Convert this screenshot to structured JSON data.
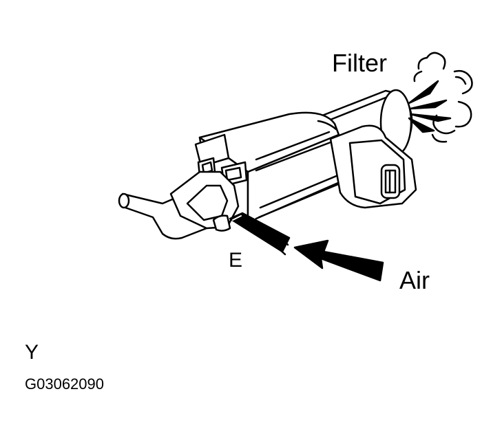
{
  "labels": {
    "filter": "Filter",
    "e_port": "E",
    "air": "Air",
    "side_marker": "Y",
    "figure_code": "G03062090"
  },
  "colors": {
    "line": "#000000",
    "background": "#ffffff"
  }
}
